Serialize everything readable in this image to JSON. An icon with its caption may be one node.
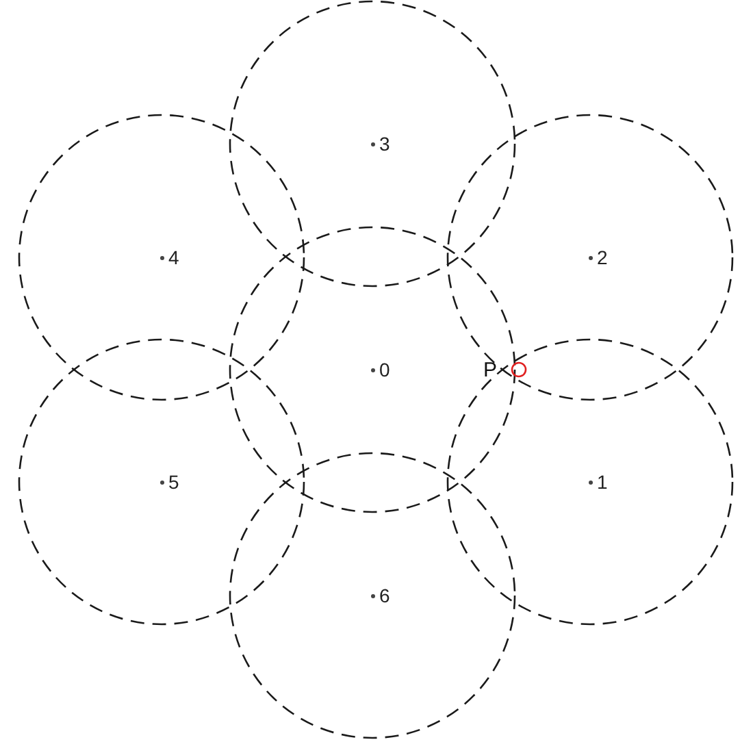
{
  "diagram": {
    "nodes": [
      {
        "text": [
          "3"
        ]
      },
      {
        "text": [
          "4"
        ]
      },
      {
        "text": [
          "2"
        ]
      },
      {
        "text": [
          "0"
        ]
      },
      {
        "text": [
          "5"
        ]
      },
      {
        "text": [
          "1"
        ]
      },
      {
        "text": [
          "6"
        ]
      }
    ],
    "labels": [
      "P"
    ]
  }
}
